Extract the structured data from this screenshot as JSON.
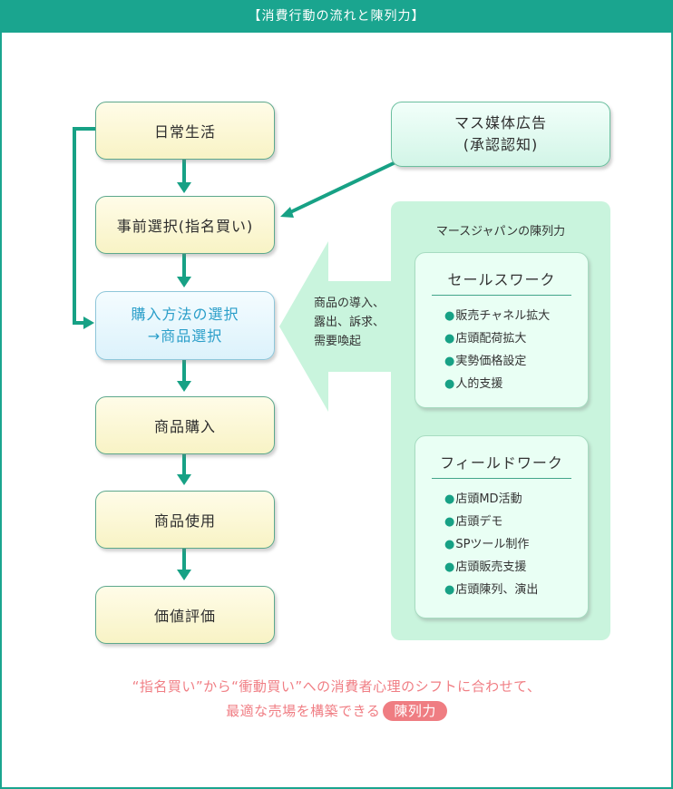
{
  "header": {
    "title": "【消費行動の流れと陳列力】"
  },
  "flow": {
    "daily_life": "日常生活",
    "preselection": "事前選択(指名買い)",
    "purchase_method_line1": "購入方法の選択",
    "purchase_method_line2": "→商品選択",
    "product_purchase": "商品購入",
    "product_use": "商品使用",
    "evaluation": "価値評価"
  },
  "media": {
    "line1": "マス媒体広告",
    "line2": "(承認認知)"
  },
  "arrow_text": {
    "line1": "商品の導入、",
    "line2": "露出、訴求、",
    "line3": "需要喚起"
  },
  "panel": {
    "title": "マースジャパンの陳列力",
    "sales_work": {
      "title": "セールスワーク",
      "items": [
        "販売チャネル拡大",
        "店頭配荷拡大",
        "実勢価格設定",
        "人的支援"
      ]
    },
    "field_work": {
      "title": "フィールドワーク",
      "items": [
        "店頭MD活動",
        "店頭デモ",
        "SPツール制作",
        "店頭販売支援",
        "店頭陳列、演出"
      ]
    },
    "bullet": "●"
  },
  "caption": {
    "line1": "“指名買い”から“衝動買い”への消費者心理のシフトに合わせて、",
    "line2": "最適な売場を構築できる",
    "highlight": "陳列力"
  },
  "colors": {
    "accent": "#1aa58f",
    "arrow": "#17a185",
    "caption": "#f07e84",
    "panel": "#c9f4dd"
  }
}
